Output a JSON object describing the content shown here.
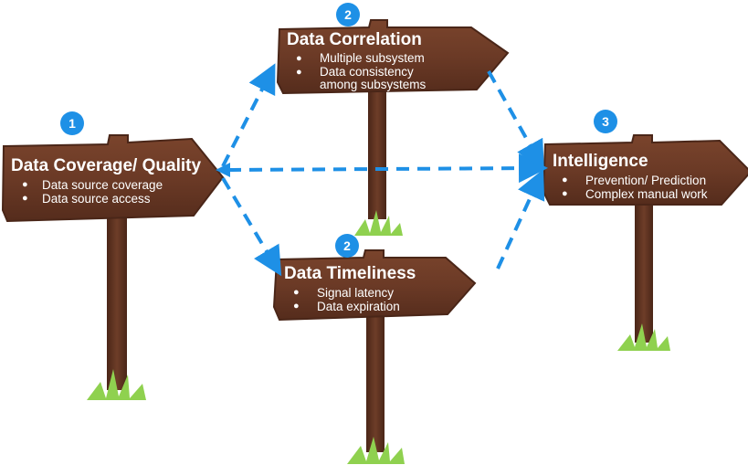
{
  "colors": {
    "board": "#6b3a26",
    "board_dark": "#4a2618",
    "post": "#5e3322",
    "arrow": "#1e90e6",
    "grass": "#8fd14f",
    "badge": "#1e90e6"
  },
  "signs": [
    {
      "step": "1",
      "title": "Data Coverage/ Quality",
      "bullets": [
        "Data source coverage",
        "Data source access"
      ]
    },
    {
      "step": "2",
      "title": "Data Correlation",
      "bullets": [
        "Multiple subsystem",
        "Data consistency",
        "among subsystems"
      ]
    },
    {
      "step": "2",
      "title": "Data Timeliness",
      "bullets": [
        "Signal latency",
        "Data expiration"
      ]
    },
    {
      "step": "3",
      "title": "Intelligence",
      "bullets": [
        "Prevention/ Prediction",
        "Complex manual work"
      ]
    }
  ]
}
